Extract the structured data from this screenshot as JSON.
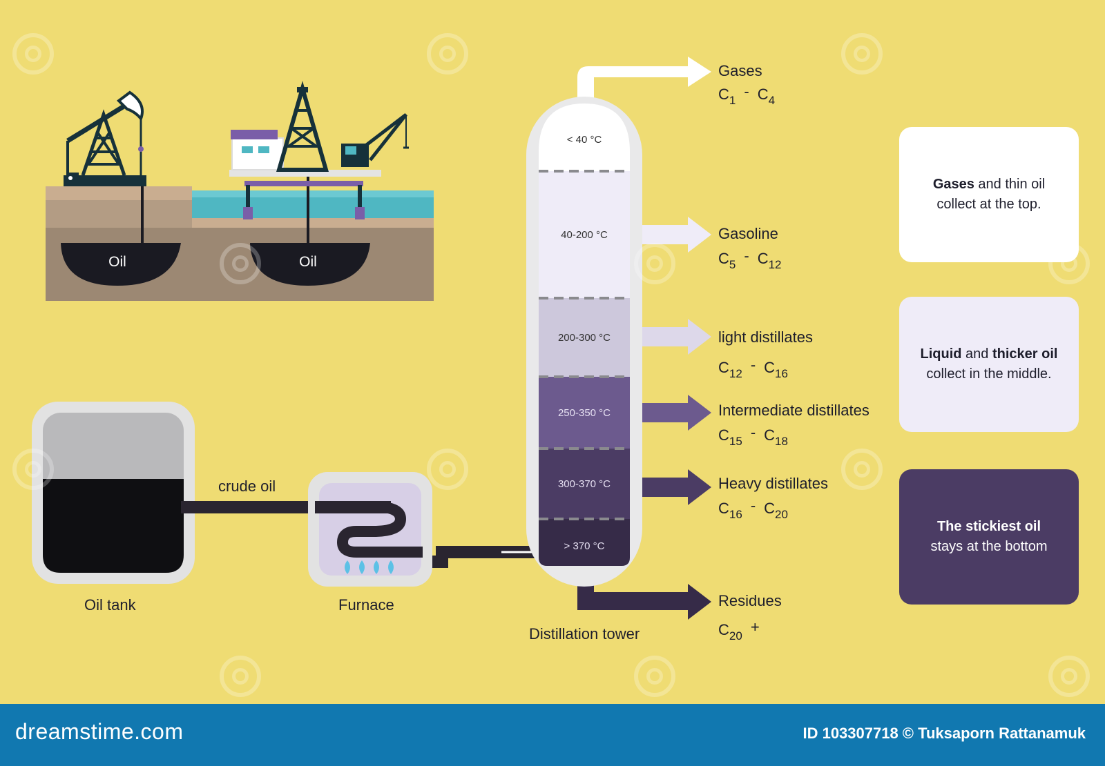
{
  "scene": {
    "reservoir_labels": [
      "Oil",
      "Oil"
    ],
    "crude_label": "crude oil",
    "tank_label": "Oil tank",
    "furnace_label": "Furnace",
    "tower_label": "Distillation tower"
  },
  "tower": {
    "stages": [
      {
        "temp": "< 40 °C",
        "color": "#ffffff",
        "text_color": "#333333"
      },
      {
        "temp": "40-200 °C",
        "color": "#efecf8",
        "text_color": "#333333"
      },
      {
        "temp": "200-300 °C",
        "color": "#cdc8dc",
        "text_color": "#333333"
      },
      {
        "temp": "250-350 °C",
        "color": "#6c5a8e",
        "text_color": "#e6e0f2"
      },
      {
        "temp": "300-370 °C",
        "color": "#4b3c64",
        "text_color": "#e6e0f2"
      },
      {
        "temp": "> 370 °C",
        "color": "#362b48",
        "text_color": "#e6e0f2"
      }
    ]
  },
  "fractions": [
    {
      "name": "Gases",
      "c_from": "1",
      "c_to": "4",
      "arrow_color": "#ffffff"
    },
    {
      "name": "Gasoline",
      "c_from": "5",
      "c_to": "12",
      "arrow_color": "#efecf8"
    },
    {
      "name": "light distillates",
      "c_from": "12",
      "c_to": "16",
      "arrow_color": "#ddd8ea"
    },
    {
      "name": "Intermediate distillates",
      "c_from": "15",
      "c_to": "18",
      "arrow_color": "#6c5a8e"
    },
    {
      "name": "Heavy distillates",
      "c_from": "16",
      "c_to": "20",
      "arrow_color": "#4b3c64"
    },
    {
      "name": "Residues",
      "c_from": "20",
      "c_to": "",
      "suffix": "+",
      "arrow_color": "#362b48"
    }
  ],
  "info_boxes": [
    {
      "bold1": "Gases",
      "text1": " and thin oil",
      "line2": "collect at the top.",
      "bg": "#ffffff",
      "fg": "#1d1d2b"
    },
    {
      "bold1": "Liquid",
      "text1": " and ",
      "bold2": "thicker oil",
      "line2": "collect in the middle.",
      "bg": "#efecf8",
      "fg": "#1d1d2b"
    },
    {
      "bold1": "The stickiest oil",
      "text1": "",
      "line2": "stays at the bottom",
      "bg": "#4b3c64",
      "fg": "#ffffff"
    }
  ],
  "footer": {
    "brand": "dreamstime.com",
    "credit": "ID 103307718 © Tuksaporn Rattanamuk"
  },
  "colors": {
    "background": "#efdc73",
    "footer": "#1178b0",
    "oil": "#1a1a22",
    "pipe": "#2a2530",
    "water": "#4fb7c2",
    "ground": "#9c8873"
  }
}
